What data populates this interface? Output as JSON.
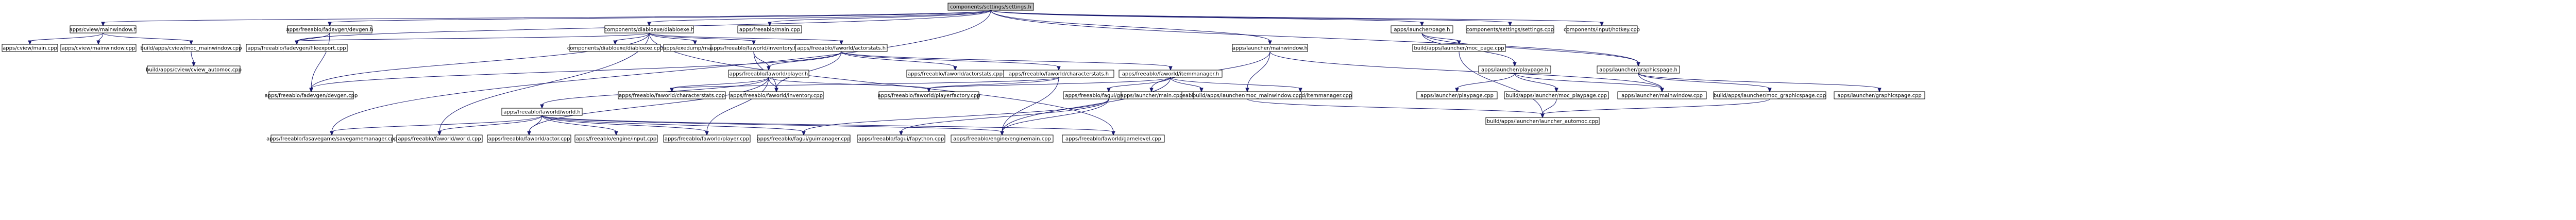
{
  "graph": {
    "edge_color": "#191970",
    "root_fill": "#bfbfbf",
    "nodes": [
      {
        "id": "root",
        "label": "components/settings/settings.h",
        "root": true
      },
      {
        "id": "n_viewmw_h",
        "label": "apps/cview/mainwindow.h"
      },
      {
        "id": "n_cview_main",
        "label": "apps/cview/main.cpp"
      },
      {
        "id": "n_cview_mw_cpp",
        "label": "apps/cview/mainwindow.cpp"
      },
      {
        "id": "n_moc_cview",
        "label": "build/apps/cview/moc_mainwindow.cpp"
      },
      {
        "id": "n_cview_autogen",
        "label": "build/apps/cview/cview_automoc.cpp"
      },
      {
        "id": "n_devgen_h",
        "label": "apps/freeablo/fadevgen/devgen.h"
      },
      {
        "id": "n_devgen_fileexport",
        "label": "apps/freeablo/fadevgen/fileexport.cpp"
      },
      {
        "id": "n_devgen_cpp",
        "label": "apps/freeablo/fadevgen/devgen.cpp"
      },
      {
        "id": "n_diablowarp_h",
        "label": "components/diabloexe/diabloexe.h"
      },
      {
        "id": "n_diablowarp_cpp",
        "label": "components/diabloexe/diabloexe.cpp"
      },
      {
        "id": "n_exedump",
        "label": "apps/exedump/main.cpp"
      },
      {
        "id": "n_fa_main",
        "label": "apps/freeablo/main.cpp"
      },
      {
        "id": "n_inventory_h",
        "label": "apps/freeablo/faworld/inventory.h"
      },
      {
        "id": "n_actorstats_h",
        "label": "apps/freeablo/faworld/actorstats.h"
      },
      {
        "id": "n_player_h",
        "label": "apps/freeablo/faworld/player.h"
      },
      {
        "id": "n_world_h",
        "label": "apps/freeablo/faworld/world.h"
      },
      {
        "id": "n_actorstats_cpp",
        "label": "apps/freeablo/faworld/actorstats.cpp"
      },
      {
        "id": "n_characterstats_h",
        "label": "apps/freeablo/faworld/characterstats.h"
      },
      {
        "id": "n_itemmanager_h",
        "label": "apps/freeablo/faworld/itemmanager.h"
      },
      {
        "id": "n_characterstats_cpp",
        "label": "apps/freeablo/faworld/characterstats.cpp"
      },
      {
        "id": "n_inventory_cpp",
        "label": "apps/freeablo/faworld/inventory.cpp"
      },
      {
        "id": "n_playerfactory",
        "label": "apps/freeablo/faworld/playerfactory.cpp"
      },
      {
        "id": "n_guimanager_h",
        "label": "apps/freeablo/fagui/guimanager.h"
      },
      {
        "id": "n_item_cpp",
        "label": "apps/freeablo/faworld/item.cpp"
      },
      {
        "id": "n_itemmanager_cpp",
        "label": "apps/freeablo/faworld/itemmanager.cpp"
      },
      {
        "id": "n_savegame",
        "label": "apps/freeablo/fasavegame/savegamemanager.cpp"
      },
      {
        "id": "n_world_cpp",
        "label": "apps/freeablo/faworld/world.cpp"
      },
      {
        "id": "n_actor_cpp",
        "label": "apps/freeablo/faworld/actor.cpp"
      },
      {
        "id": "n_input_cpp",
        "label": "apps/freeablo/engine/input.cpp"
      },
      {
        "id": "n_player_cpp",
        "label": "apps/freeablo/faworld/player.cpp"
      },
      {
        "id": "n_guimanager_cpp",
        "label": "apps/freeablo/fagui/guimanager.cpp"
      },
      {
        "id": "n_fagui_main",
        "label": "apps/freeablo/fagui/fapython.cpp"
      },
      {
        "id": "n_enginemain",
        "label": "apps/freeablo/engine/enginemain.cpp"
      },
      {
        "id": "n_gamelevel",
        "label": "apps/freeablo/faworld/gamelevel.cpp"
      },
      {
        "id": "n_launcher_page_h",
        "label": "apps/launcher/page.h"
      },
      {
        "id": "n_settings_cpp",
        "label": "components/settings/settings.cpp"
      },
      {
        "id": "n_hotkey",
        "label": "components/input/hotkey.cpp"
      },
      {
        "id": "n_launcher_mw_h",
        "label": "apps/launcher/mainwindow.h"
      },
      {
        "id": "n_moc_page",
        "label": "build/apps/launcher/moc_page.cpp"
      },
      {
        "id": "n_playpage_h",
        "label": "apps/launcher/playpage.h"
      },
      {
        "id": "n_graphicspage_h",
        "label": "apps/launcher/graphicspage.h"
      },
      {
        "id": "n_launcher_main",
        "label": "apps/launcher/main.cpp"
      },
      {
        "id": "n_moc_launcher_mw",
        "label": "build/apps/launcher/moc_mainwindow.cpp"
      },
      {
        "id": "n_playpage_cpp",
        "label": "apps/launcher/playpage.cpp"
      },
      {
        "id": "n_moc_playpage",
        "label": "build/apps/launcher/moc_playpage.cpp"
      },
      {
        "id": "n_launcher_mw_cpp",
        "label": "apps/launcher/mainwindow.cpp"
      },
      {
        "id": "n_moc_graphicspage",
        "label": "build/apps/launcher/moc_graphicspage.cpp"
      },
      {
        "id": "n_graphicspage_cpp",
        "label": "apps/launcher/graphicspage.cpp"
      },
      {
        "id": "n_launcher_automoc",
        "label": "build/apps/launcher/launcher_automoc.cpp"
      }
    ],
    "edges": [
      [
        "root",
        "n_viewmw_h"
      ],
      [
        "root",
        "n_devgen_h"
      ],
      [
        "root",
        "n_diablowarp_h"
      ],
      [
        "root",
        "n_fa_main"
      ],
      [
        "root",
        "n_launcher_page_h"
      ],
      [
        "root",
        "n_settings_cpp"
      ],
      [
        "root",
        "n_hotkey"
      ],
      [
        "root",
        "n_launcher_mw_h"
      ],
      [
        "root",
        "n_devgen_fileexport"
      ],
      [
        "root",
        "n_savegame"
      ],
      [
        "root",
        "n_graphicspage_h"
      ],
      [
        "n_viewmw_h",
        "n_cview_main"
      ],
      [
        "n_viewmw_h",
        "n_cview_mw_cpp"
      ],
      [
        "n_viewmw_h",
        "n_moc_cview"
      ],
      [
        "n_moc_cview",
        "n_cview_autogen"
      ],
      [
        "n_devgen_h",
        "n_devgen_fileexport"
      ],
      [
        "n_devgen_h",
        "n_devgen_cpp"
      ],
      [
        "n_diablowarp_h",
        "n_diablowarp_cpp"
      ],
      [
        "n_diablowarp_h",
        "n_exedump"
      ],
      [
        "n_diablowarp_h",
        "n_inventory_h"
      ],
      [
        "n_diablowarp_h",
        "n_actorstats_h"
      ],
      [
        "n_diablowarp_h",
        "n_devgen_fileexport"
      ],
      [
        "n_diablowarp_h",
        "n_devgen_cpp"
      ],
      [
        "n_diablowarp_h",
        "n_world_cpp"
      ],
      [
        "n_diablowarp_h",
        "n_gamelevel"
      ],
      [
        "n_inventory_h",
        "n_player_h"
      ],
      [
        "n_inventory_h",
        "n_inventory_cpp"
      ],
      [
        "n_actorstats_h",
        "n_player_h"
      ],
      [
        "n_actorstats_h",
        "n_actorstats_cpp"
      ],
      [
        "n_actorstats_h",
        "n_characterstats_h"
      ],
      [
        "n_actorstats_h",
        "n_itemmanager_h"
      ],
      [
        "n_actorstats_h",
        "n_inventory_cpp"
      ],
      [
        "n_actorstats_h",
        "n_devgen_cpp"
      ],
      [
        "n_player_h",
        "n_world_h"
      ],
      [
        "n_player_h",
        "n_characterstats_cpp"
      ],
      [
        "n_player_h",
        "n_inventory_cpp"
      ],
      [
        "n_player_h",
        "n_playerfactory"
      ],
      [
        "n_player_h",
        "n_actor_cpp"
      ],
      [
        "n_player_h",
        "n_player_cpp"
      ],
      [
        "n_world_h",
        "n_savegame"
      ],
      [
        "n_world_h",
        "n_world_cpp"
      ],
      [
        "n_world_h",
        "n_actor_cpp"
      ],
      [
        "n_world_h",
        "n_input_cpp"
      ],
      [
        "n_world_h",
        "n_player_cpp"
      ],
      [
        "n_world_h",
        "n_guimanager_cpp"
      ],
      [
        "n_world_h",
        "n_enginemain"
      ],
      [
        "n_world_h",
        "n_gamelevel"
      ],
      [
        "n_characterstats_h",
        "n_characterstats_cpp"
      ],
      [
        "n_characterstats_h",
        "n_playerfactory"
      ],
      [
        "n_characterstats_h",
        "n_enginemain"
      ],
      [
        "n_itemmanager_h",
        "n_guimanager_h"
      ],
      [
        "n_itemmanager_h",
        "n_item_cpp"
      ],
      [
        "n_itemmanager_h",
        "n_itemmanager_cpp"
      ],
      [
        "n_itemmanager_h",
        "n_playerfactory"
      ],
      [
        "n_itemmanager_h",
        "n_enginemain"
      ],
      [
        "n_guimanager_h",
        "n_guimanager_cpp"
      ],
      [
        "n_guimanager_h",
        "n_fagui_main"
      ],
      [
        "n_guimanager_h",
        "n_enginemain"
      ],
      [
        "n_launcher_page_h",
        "n_moc_page"
      ],
      [
        "n_launcher_page_h",
        "n_playpage_h"
      ],
      [
        "n_launcher_page_h",
        "n_graphicspage_h"
      ],
      [
        "n_launcher_mw_h",
        "n_launcher_main"
      ],
      [
        "n_launcher_mw_h",
        "n_moc_launcher_mw"
      ],
      [
        "n_launcher_mw_h",
        "n_launcher_mw_cpp"
      ],
      [
        "n_playpage_h",
        "n_playpage_cpp"
      ],
      [
        "n_playpage_h",
        "n_moc_playpage"
      ],
      [
        "n_playpage_h",
        "n_launcher_mw_cpp"
      ],
      [
        "n_graphicspage_h",
        "n_moc_graphicspage"
      ],
      [
        "n_graphicspage_h",
        "n_graphicspage_cpp"
      ],
      [
        "n_graphicspage_h",
        "n_launcher_mw_cpp"
      ],
      [
        "n_moc_page",
        "n_launcher_automoc"
      ],
      [
        "n_moc_launcher_mw",
        "n_launcher_automoc"
      ],
      [
        "n_moc_playpage",
        "n_launcher_automoc"
      ],
      [
        "n_moc_graphicspage",
        "n_launcher_automoc"
      ]
    ]
  }
}
